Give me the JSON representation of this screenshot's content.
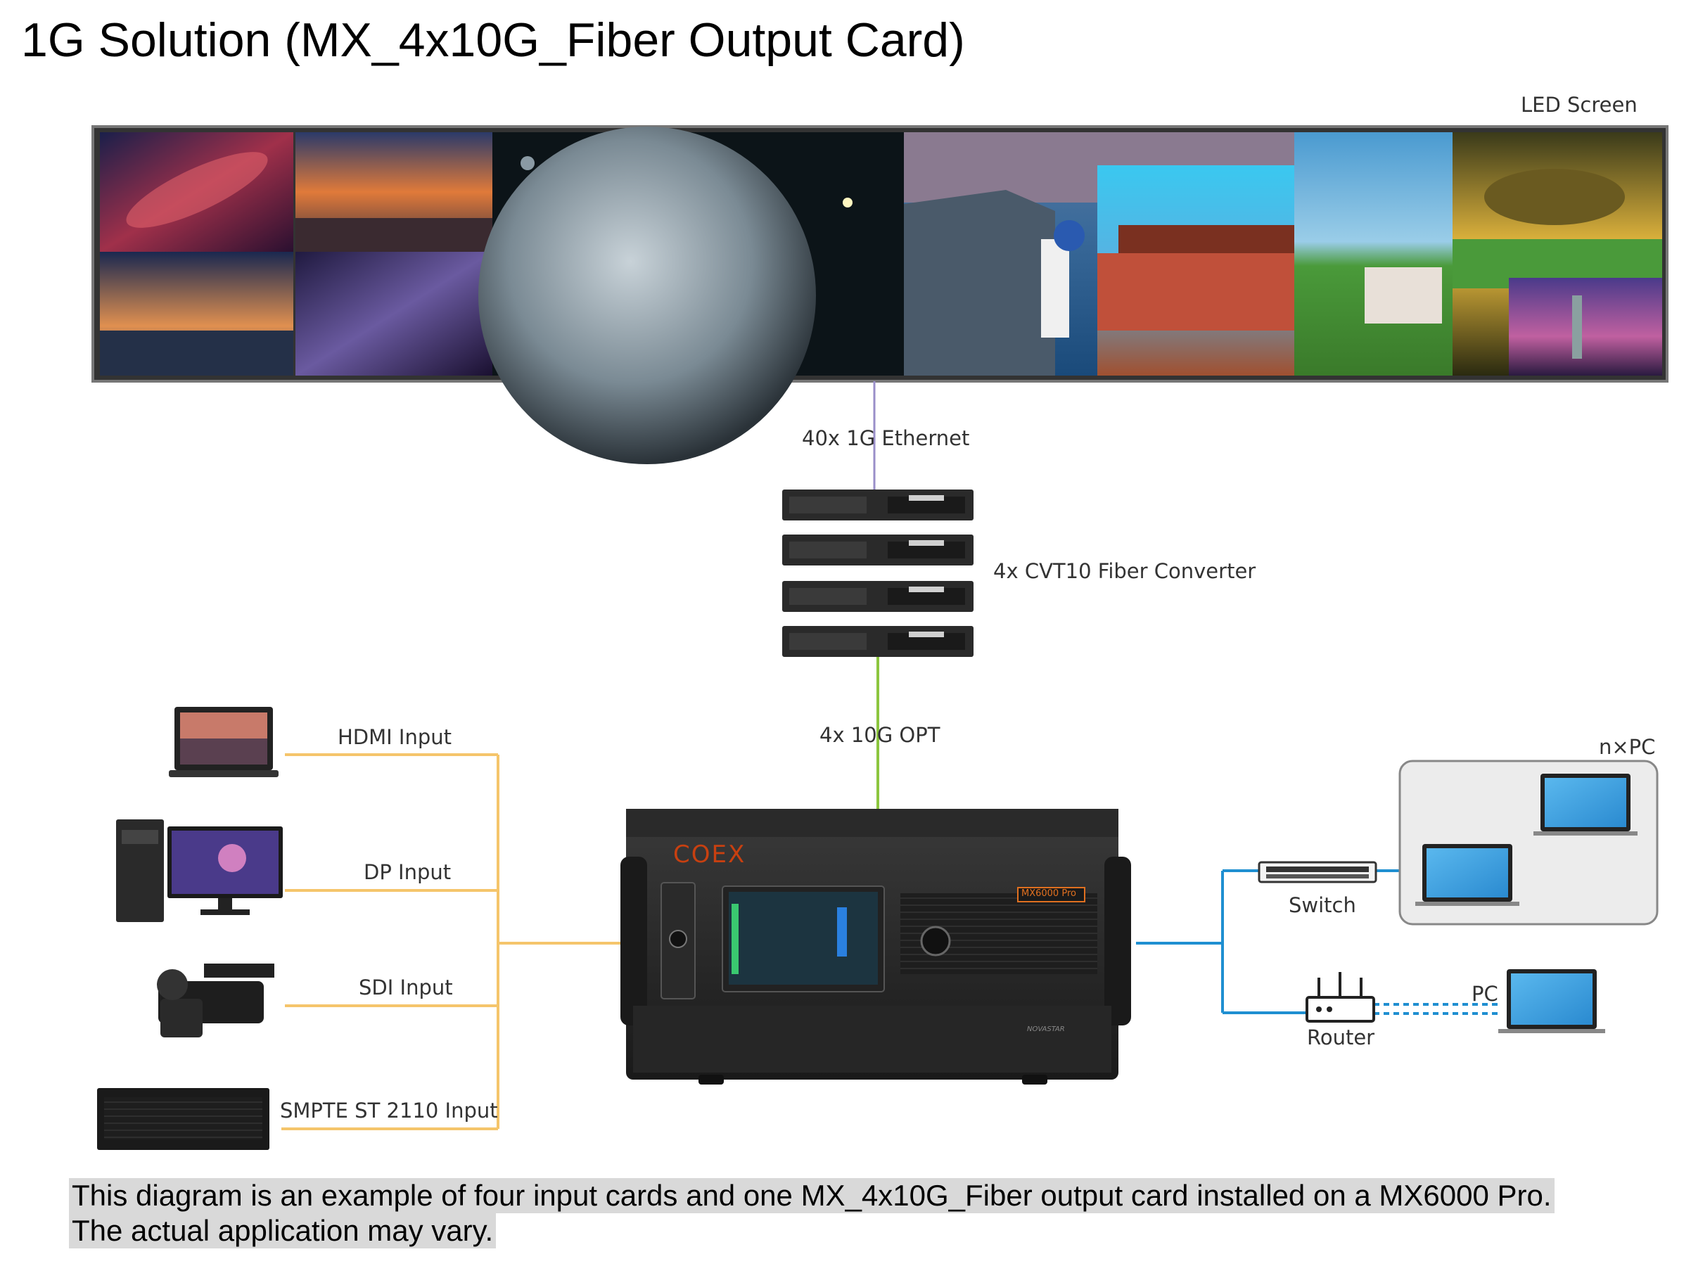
{
  "title": "1G Solution (MX_4x10G_Fiber Output Card)",
  "labels": {
    "led_screen": "LED Screen",
    "ethernet": "40x 1G Ethernet",
    "converter": "4x CVT10 Fiber Converter",
    "opt": "4x 10G OPT",
    "hdmi": "HDMI Input",
    "dp": "DP Input",
    "sdi": "SDI Input",
    "smpte": "SMPTE ST 2110 Input",
    "npc": "n×PC",
    "switch": "Switch",
    "pc": "PC",
    "router": "Router"
  },
  "device": {
    "brand": "COEX",
    "model": "MX6000 Pro",
    "maker": "NOVASTAR"
  },
  "caption": {
    "line1": "This diagram is an example of four input cards and one MX_4x10G_Fiber output card installed on a MX6000 Pro.",
    "line2": "The actual application may vary."
  },
  "colors": {
    "ethernet_line": "#9a8fc9",
    "fiber_line": "#8cc63f",
    "input_line": "#f5c56b",
    "network_line": "#1f8fd1"
  }
}
